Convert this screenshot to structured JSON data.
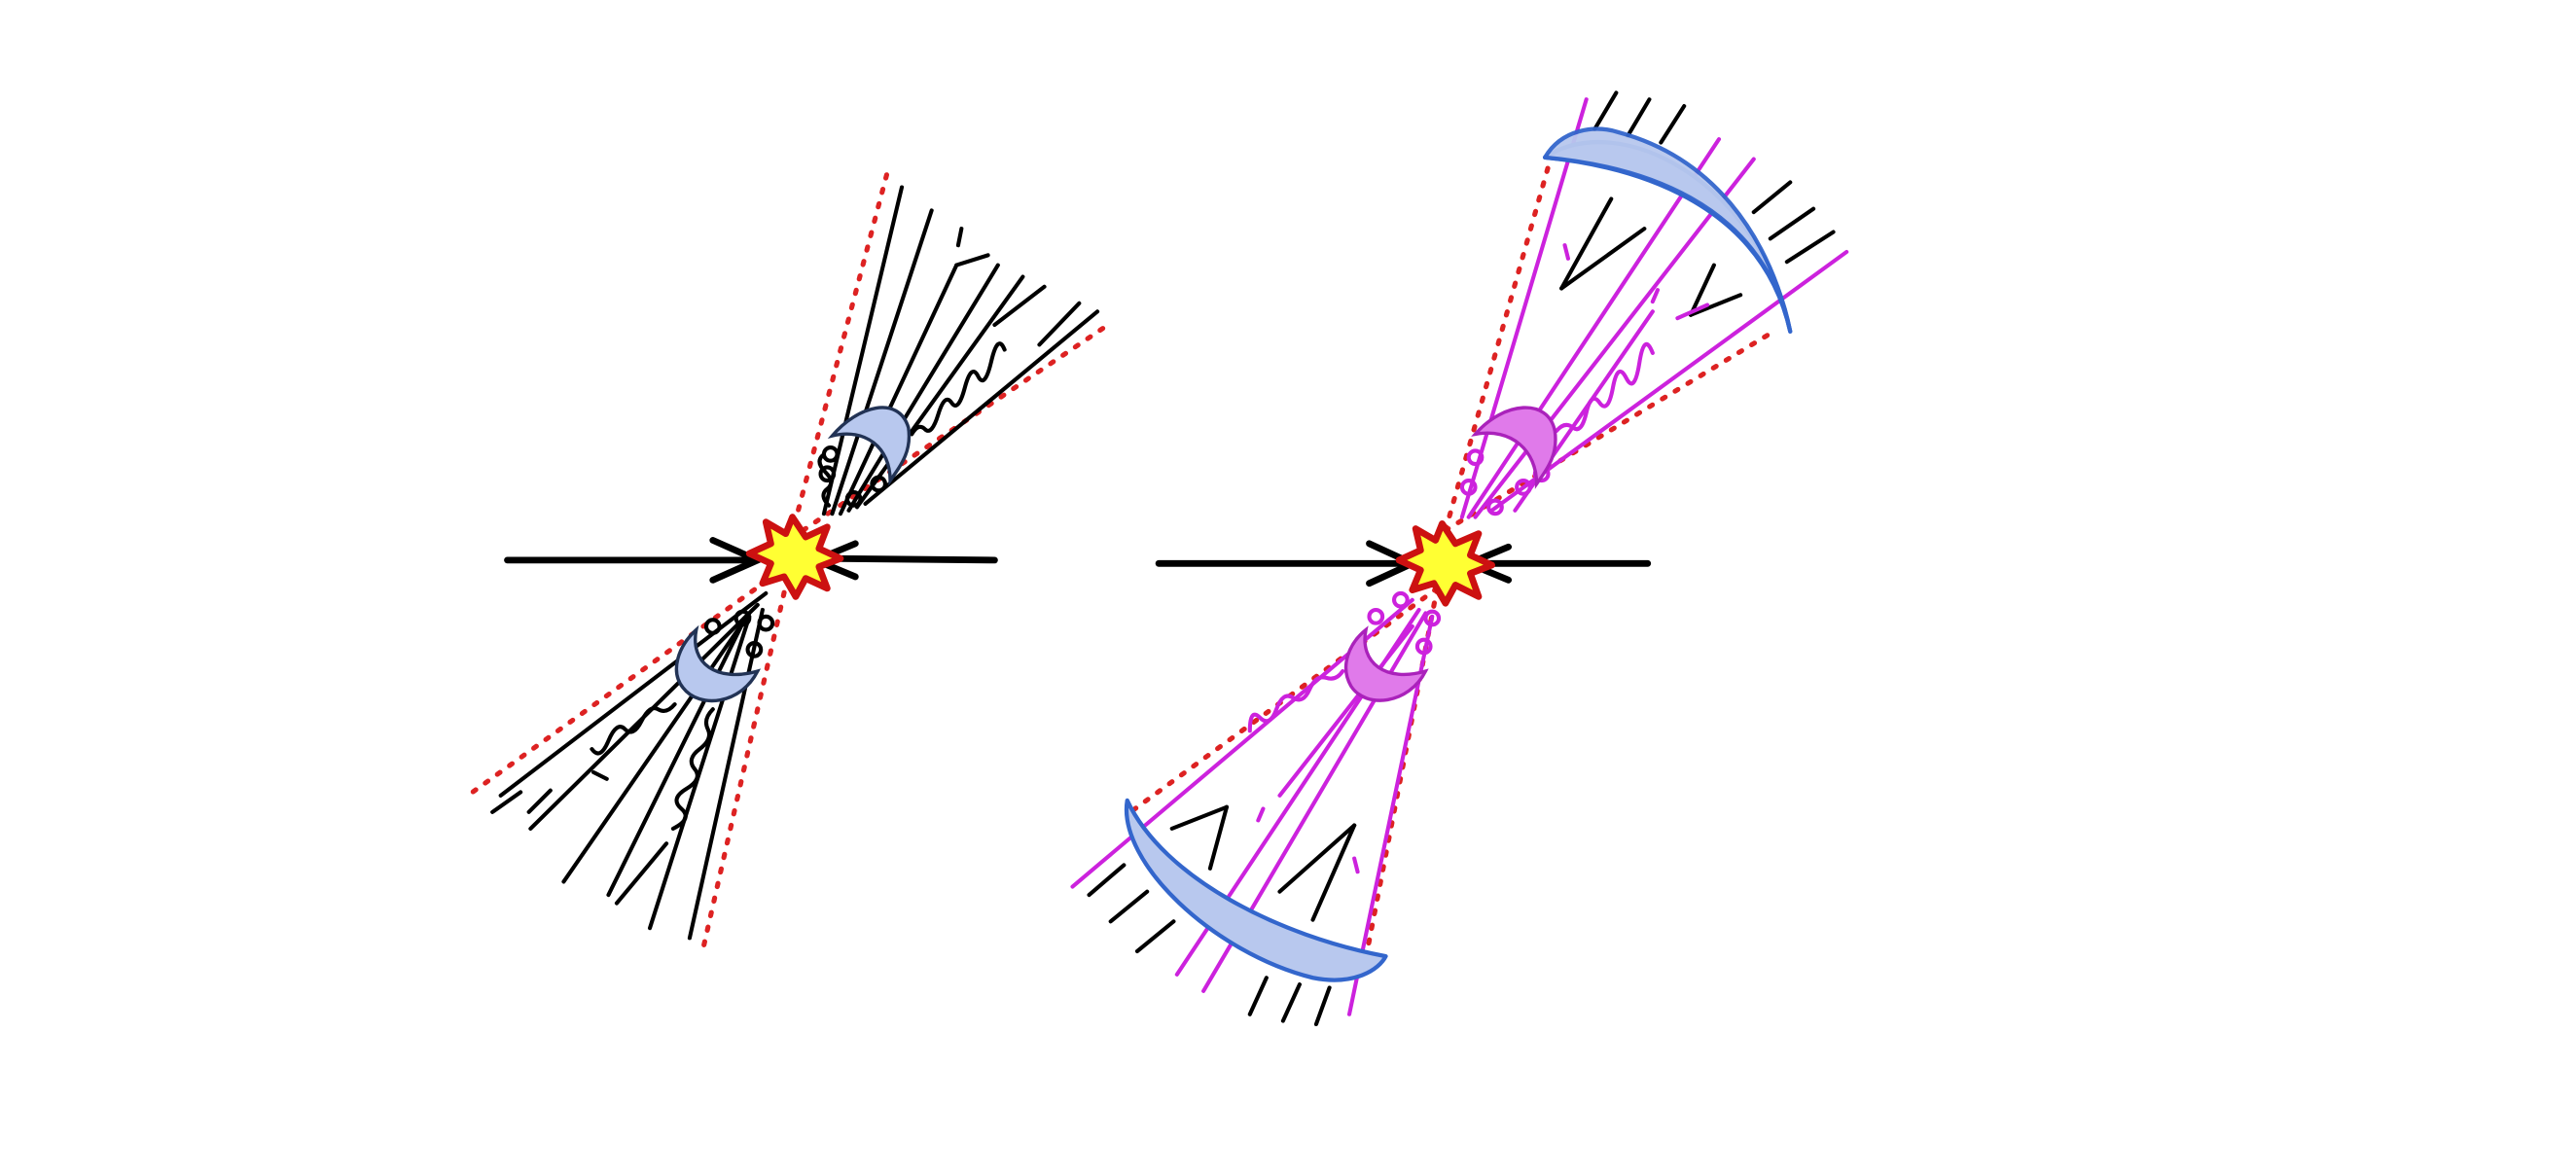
{
  "diagram": {
    "description_free": true,
    "panels": [
      {
        "id": "left",
        "style": "parton-level",
        "track_color": "#000000",
        "splash_color": "#b8c8ee"
      },
      {
        "id": "right",
        "style": "detector-level",
        "track_color": "#cc22dd",
        "splash_color": "#e07aea",
        "detector_color": "#b8c8ee"
      }
    ],
    "colors": {
      "background": "#ffffff",
      "beam": "#000000",
      "cone": "#dd2222",
      "star_outline": "#cc1111",
      "star_fill": "#ffff33",
      "detector_stroke": "#3366cc",
      "splash_stroke": "#223355"
    }
  }
}
